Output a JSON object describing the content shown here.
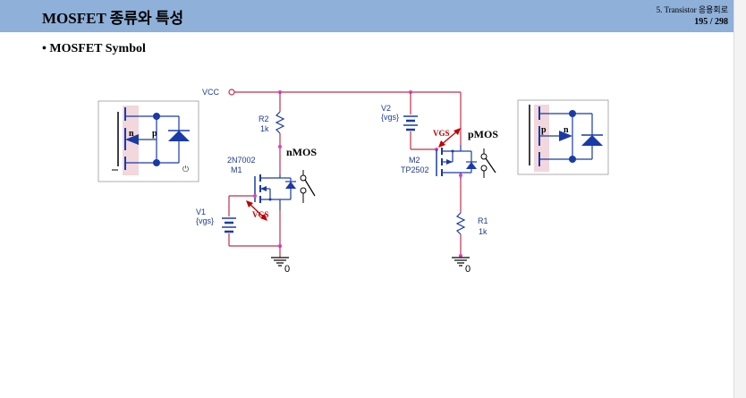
{
  "header": {
    "title": "MOSFET 종류와 특성",
    "chapter": "5. Transistor 응용회로",
    "page": "195 / 298"
  },
  "section": {
    "bullet": "• MOSFET Symbol"
  },
  "circuit": {
    "vcc": "VCC",
    "r2_name": "R2",
    "r2_value": "1k",
    "m1_part": "2N7002",
    "m1_name": "M1",
    "nmos": "nMOS",
    "v1_name": "V1",
    "v1_value": "{vgs}",
    "vgs": "VGS",
    "gnd_left": "0",
    "v2_name": "V2",
    "v2_value": "{vgs}",
    "pmos": "pMOS",
    "m2_name": "M2",
    "m2_part": "TP2502",
    "r1_name": "R1",
    "r1_value": "1k",
    "gnd_right": "0"
  },
  "structures": {
    "left_n": "n",
    "left_p": "p",
    "right_p": "p",
    "right_n": "n"
  }
}
